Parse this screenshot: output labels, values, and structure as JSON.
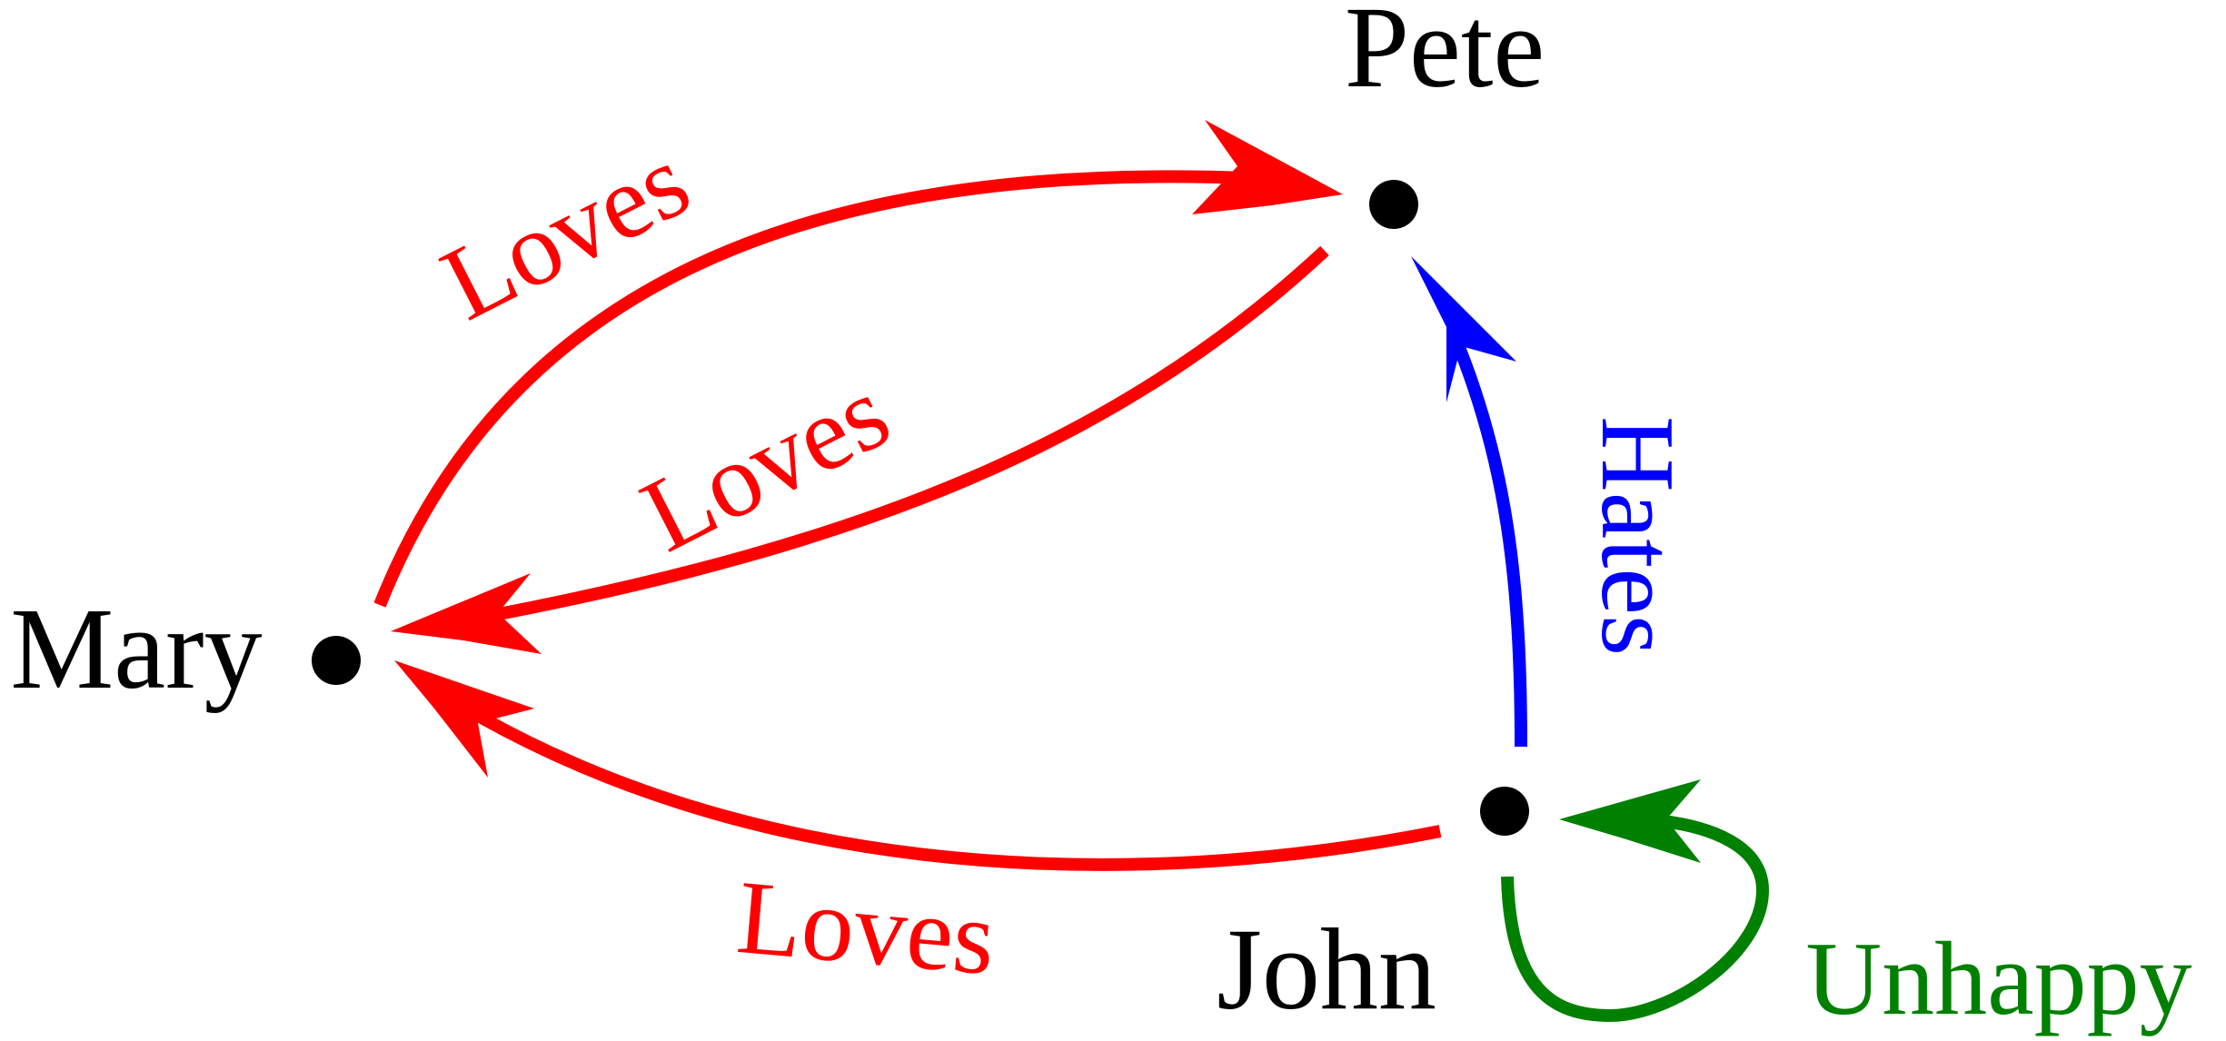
{
  "colors": {
    "loves": "#ff0000",
    "hates": "#0000ff",
    "unhappy": "#008000",
    "node": "#000000"
  },
  "nodes": {
    "pete": "Pete",
    "mary": "Mary",
    "john": "John"
  },
  "edges": {
    "mary_to_pete": "Loves",
    "pete_to_mary": "Loves",
    "john_to_mary": "Loves",
    "john_to_pete": "Hates",
    "john_to_john": "Unhappy"
  }
}
